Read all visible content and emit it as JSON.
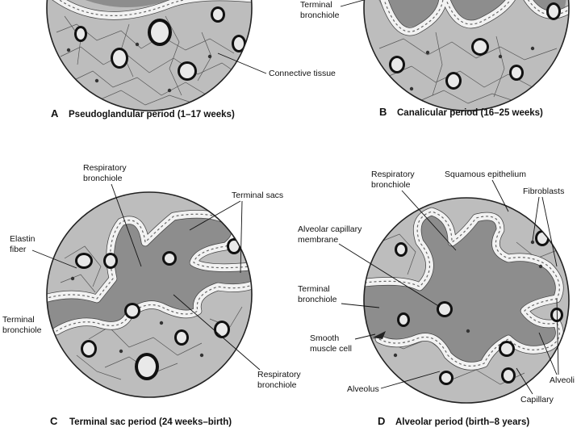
{
  "panels": {
    "a": {
      "letter": "A",
      "caption": "Pseudoglandular period (1–17 weeks)",
      "labels": {
        "connective_tissue": "Connective tissue"
      }
    },
    "b": {
      "letter": "B",
      "caption": "Canalicular period (16–25 weeks)",
      "labels": {
        "terminal_bronchiole_line1": "Terminal",
        "terminal_bronchiole_line2": "bronchiole"
      }
    },
    "c": {
      "letter": "C",
      "caption": "Terminal sac period (24 weeks–birth)",
      "labels": {
        "respiratory_bronchiole_top_line1": "Respiratory",
        "respiratory_bronchiole_top_line2": "bronchiole",
        "terminal_sacs": "Terminal sacs",
        "elastin_fiber_line1": "Elastin",
        "elastin_fiber_line2": "fiber",
        "terminal_bronchiole_line1": "Terminal",
        "terminal_bronchiole_line2": "bronchiole",
        "respiratory_bronchiole_bottom_line1": "Respiratory",
        "respiratory_bronchiole_bottom_line2": "bronchiole"
      }
    },
    "d": {
      "letter": "D",
      "caption": "Alveolar period (birth–8 years)",
      "labels": {
        "respiratory_bronchiole_line1": "Respiratory",
        "respiratory_bronchiole_line2": "bronchiole",
        "squamous_epithelium": "Squamous epithelium",
        "fibroblasts": "Fibroblasts",
        "alveolar_capillary_membrane_line1": "Alveolar capillary",
        "alveolar_capillary_membrane_line2": "membrane",
        "terminal_bronchiole_line1": "Terminal",
        "terminal_bronchiole_line2": "bronchiole",
        "smooth_muscle_cell_line1": "Smooth",
        "smooth_muscle_cell_line2": "muscle cell",
        "alveolus": "Alveolus",
        "alveoli": "Alveoli",
        "capillary": "Capillary"
      }
    }
  }
}
